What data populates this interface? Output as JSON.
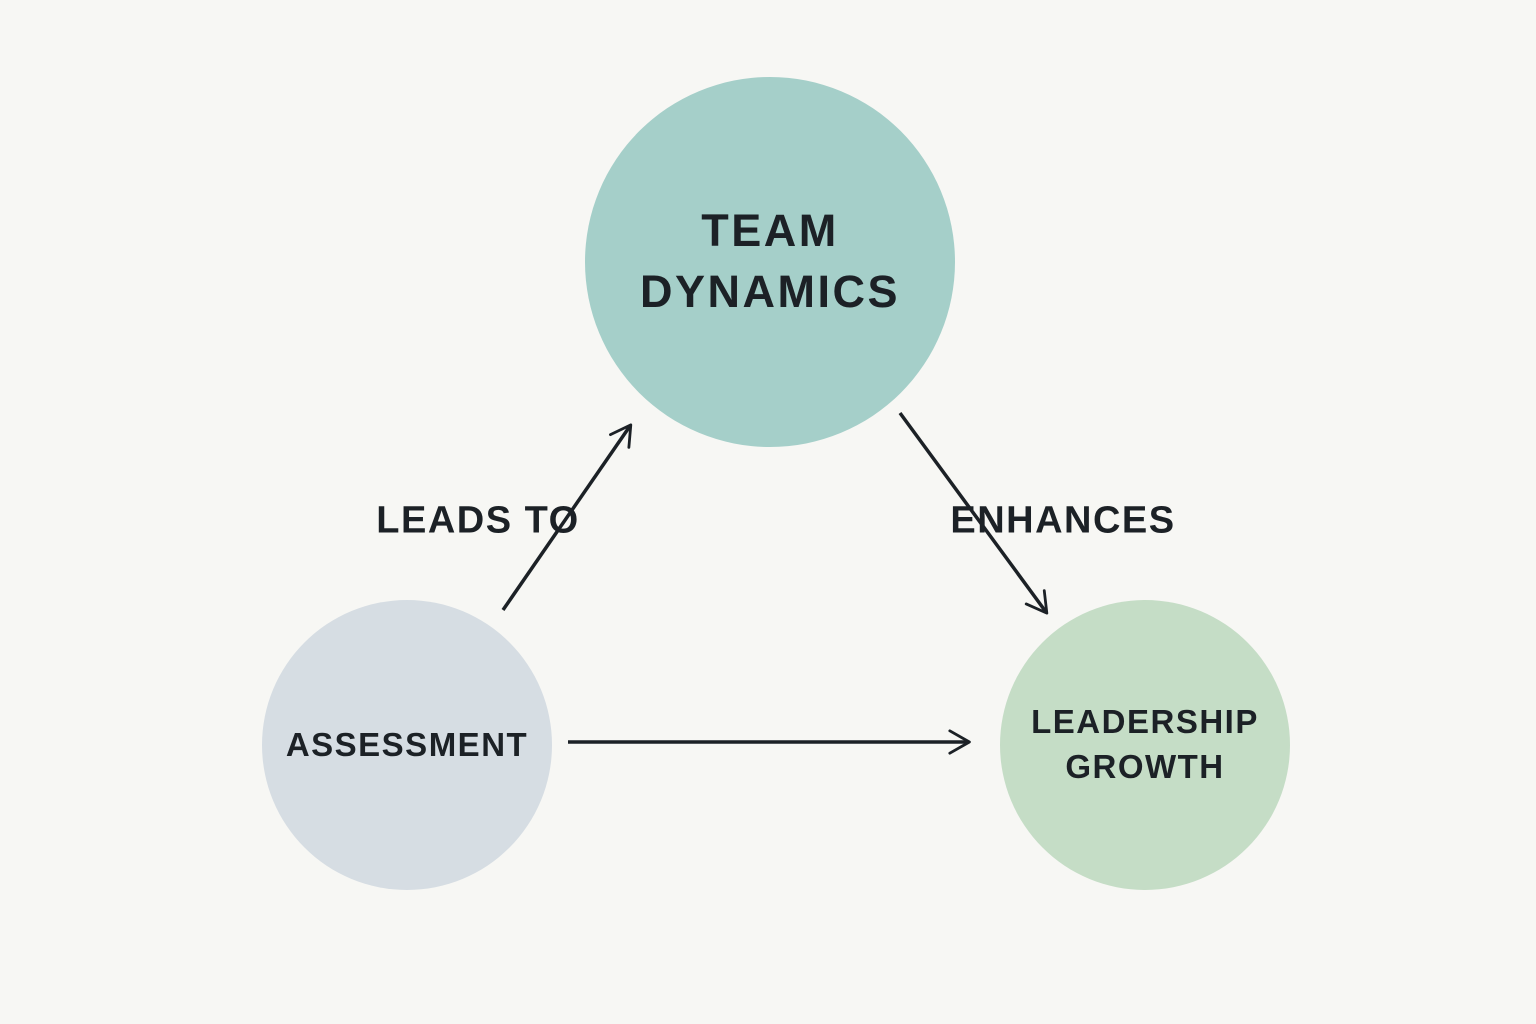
{
  "diagram": {
    "background_color": "#f7f7f4",
    "text_color": "#1c2126",
    "arrow_color": "#1c2126",
    "nodes": [
      {
        "name": "team-dynamics",
        "label": "TEAM\nDYNAMICS",
        "fill_color": "#a5cfc9"
      },
      {
        "name": "assessment",
        "label": "ASSESSMENT",
        "fill_color": "#d6dde3"
      },
      {
        "name": "leadership-growth",
        "label": "LEADERSHIP\nGROWTH",
        "fill_color": "#c5ddc6"
      }
    ],
    "edges": [
      {
        "from": "assessment",
        "to": "team-dynamics",
        "label": "LEADS TO"
      },
      {
        "from": "team-dynamics",
        "to": "leadership-growth",
        "label": "ENHANCES"
      },
      {
        "from": "assessment",
        "to": "leadership-growth",
        "label": ""
      }
    ]
  }
}
